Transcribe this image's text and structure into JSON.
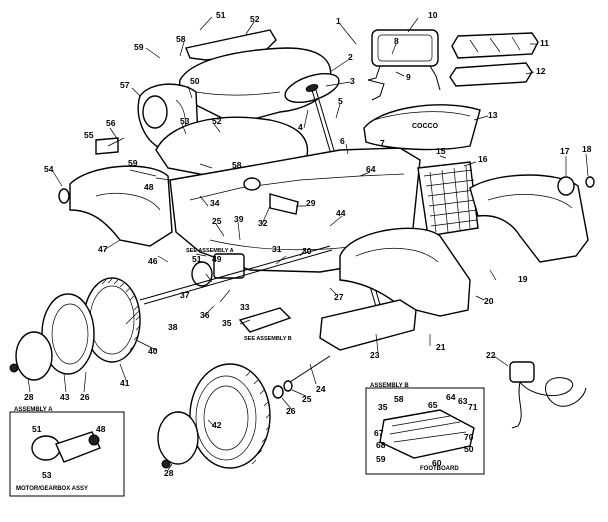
{
  "callouts": [
    {
      "label": "51"
    },
    {
      "label": "52"
    },
    {
      "label": "1"
    },
    {
      "label": "10"
    },
    {
      "label": "8"
    },
    {
      "label": "11"
    },
    {
      "label": "9"
    },
    {
      "label": "12"
    },
    {
      "label": "59"
    },
    {
      "label": "58"
    },
    {
      "label": "2"
    },
    {
      "label": "3"
    },
    {
      "label": "57"
    },
    {
      "label": "50"
    },
    {
      "label": "53"
    },
    {
      "label": "56"
    },
    {
      "label": "55"
    },
    {
      "label": "4"
    },
    {
      "label": "5"
    },
    {
      "label": "13"
    },
    {
      "label": "52"
    },
    {
      "label": "6"
    },
    {
      "label": "7"
    },
    {
      "label": "15"
    },
    {
      "label": "59"
    },
    {
      "label": "58"
    },
    {
      "label": "48"
    },
    {
      "label": "34"
    },
    {
      "label": "54"
    },
    {
      "label": "32"
    },
    {
      "label": "29"
    },
    {
      "label": "64"
    },
    {
      "label": "16"
    },
    {
      "label": "17"
    },
    {
      "label": "18"
    },
    {
      "label": "25"
    },
    {
      "label": "39"
    },
    {
      "label": "44"
    },
    {
      "label": "47"
    },
    {
      "label": "30"
    },
    {
      "label": "46"
    },
    {
      "label": "51"
    },
    {
      "label": "31"
    },
    {
      "label": "49"
    },
    {
      "label": "19"
    },
    {
      "label": "37"
    },
    {
      "label": "33"
    },
    {
      "label": "36"
    },
    {
      "label": "27"
    },
    {
      "label": "20"
    },
    {
      "label": "38"
    },
    {
      "label": "35"
    },
    {
      "label": "21"
    },
    {
      "label": "40"
    },
    {
      "label": "23"
    },
    {
      "label": "22"
    },
    {
      "label": "28"
    },
    {
      "label": "43"
    },
    {
      "label": "26"
    },
    {
      "label": "41"
    },
    {
      "label": "24"
    },
    {
      "label": "25"
    },
    {
      "label": "42"
    },
    {
      "label": "26"
    },
    {
      "label": "28"
    },
    {
      "label": "51"
    },
    {
      "label": "48"
    },
    {
      "label": "53"
    },
    {
      "label": "35"
    },
    {
      "label": "58"
    },
    {
      "label": "65"
    },
    {
      "label": "71"
    },
    {
      "label": "67"
    },
    {
      "label": "70"
    },
    {
      "label": "68"
    },
    {
      "label": "50"
    },
    {
      "label": "59"
    },
    {
      "label": "60"
    },
    {
      "label": "64"
    },
    {
      "label": "63"
    }
  ],
  "small_labels": {
    "see_assembly_a": "SEE ASSEMBLY A",
    "see_assembly_b": "SEE ASSEMBLY B"
  },
  "insets": {
    "assembly_a_title": "ASSEMBLY A",
    "assembly_a_caption": "MOTOR/GEARBOX ASSY",
    "assembly_b_title": "ASSEMBLY B",
    "assembly_b_caption": "FOOTBOARD"
  },
  "grille_text": "COCCO"
}
